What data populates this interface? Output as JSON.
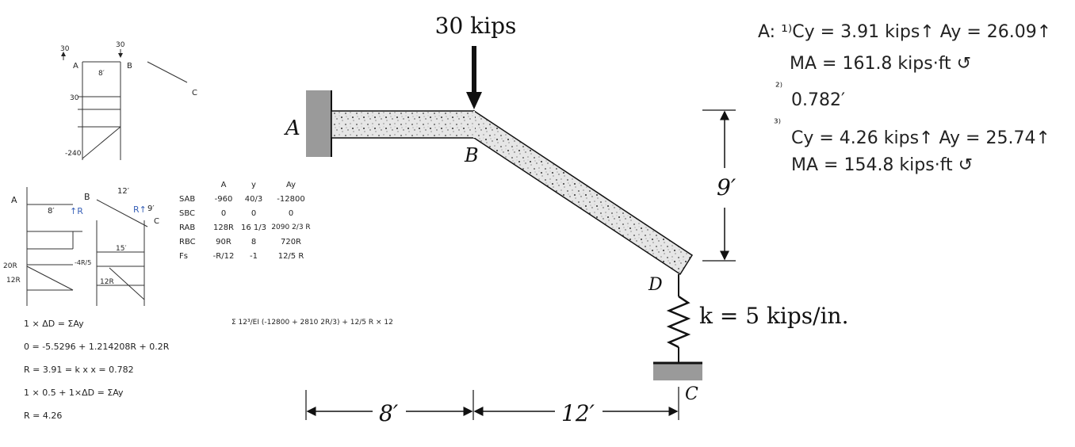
{
  "figure": {
    "load_label": "30 kips",
    "label_A": "A",
    "label_B": "B",
    "label_C": "C",
    "label_D": "D",
    "spring_label": "k = 5 kips/in.",
    "height_dim": "9′",
    "span1_dim": "8′",
    "span2_dim": "12′"
  },
  "answers": {
    "line1": "A: ¹⁾Cy = 3.91 kips↑  Ay = 26.09↑",
    "line2": "MA = 161.8 kips·ft ↺",
    "line3_num": "²⁾",
    "line3": "0.782′",
    "line4_num": "³⁾",
    "line5": "Cy = 4.26 kips↑  Ay = 25.74↑",
    "line6": "MA = 154.8 kips·ft ↺"
  },
  "sketch_top": {
    "load_left": "30",
    "load_right": "30",
    "pt_A": "A",
    "pt_B": "B",
    "pt_C": "C",
    "len_ab": "8′",
    "shear": "30",
    "moment": "-240"
  },
  "sketch_bottom": {
    "pt_A": "A",
    "pt_B": "B",
    "pt_C": "C",
    "len_ab": "8′",
    "len_bc": "12′",
    "len_h": "9′",
    "reaction_R": "↑R",
    "reaction_R2": "R↑",
    "len_15": "15′",
    "val_20R": "20R",
    "val_12R": "12R",
    "val_neg": "-4R/5",
    "val_12R_b": "12R"
  },
  "table": {
    "headers": [
      "",
      "A",
      "y",
      "Ay"
    ],
    "rows": [
      [
        "SAB",
        "-960",
        "40/3",
        "-12800"
      ],
      [
        "SBC",
        "0",
        "0",
        "0"
      ],
      [
        "RAB",
        "128R",
        "16 1/3",
        "2090 2/3 R"
      ],
      [
        "RBC",
        "90R",
        "8",
        "720R"
      ],
      [
        "Fs",
        "-R/12",
        "-1",
        "12/5 R"
      ]
    ],
    "sum_line": "Σ 12³/EI (-12800 + 2810 2R/3) + 12/5 R × 12"
  },
  "work": [
    "1 × ΔD = ΣAy",
    "0 = -5.5296 + 1.214208R + 0.2R",
    "R = 3.91 = k x    x = 0.782",
    "1 × 0.5 + 1×ΔD = ΣAy",
    "R = 4.26"
  ]
}
